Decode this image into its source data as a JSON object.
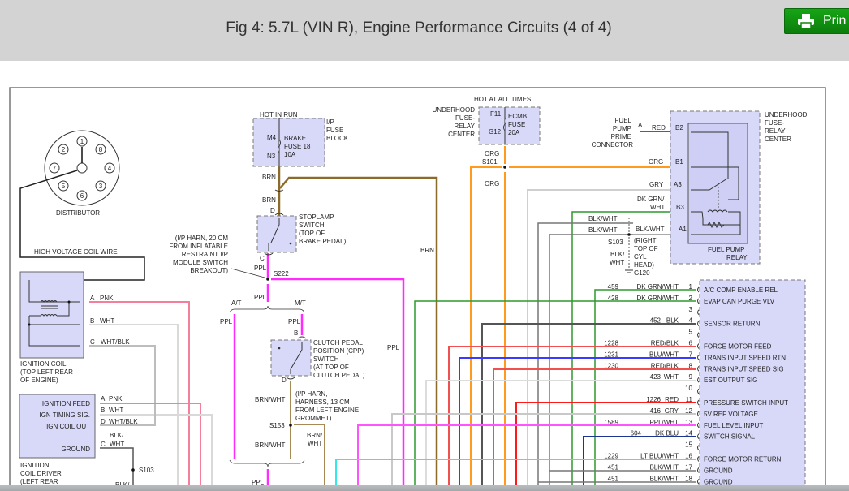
{
  "header": {
    "title": "Fig 4: 5.7L (VIN R), Engine Performance Circuits (4 of 4)",
    "print_label": "Prin",
    "print_icon": "printer-icon"
  },
  "colors": {
    "brand_green": "#0b8a0b",
    "component_fill": "#d8d8f8",
    "wire_pnk": "#f47f9a",
    "wire_wht": "#d9d9d9",
    "wire_gry": "#b8b8b8",
    "wire_ppl": "#ff2bff",
    "wire_brn": "#8b6b2a",
    "wire_org": "#ff9a1f",
    "wire_red": "#ff1a1a",
    "wire_redblk": "#f05050",
    "wire_blu": "#3b3bff",
    "wire_dkblu": "#1b3590",
    "wire_dkgrn": "#2d9a2d",
    "wire_ltblu": "#33e8e8",
    "wire_blk": "#555555"
  },
  "distributor": {
    "label": "DISTRIBUTOR",
    "terminals": [
      "1",
      "8",
      "4",
      "3",
      "6",
      "5",
      "7",
      "2"
    ],
    "coil_wire_label": "HIGH VOLTAGE COIL WIRE"
  },
  "ignition_coil": {
    "label_lines": [
      "IGNITION COIL",
      "(TOP LEFT REAR",
      "OF ENGINE)"
    ],
    "pins": [
      {
        "pin": "A",
        "wire": "PNK"
      },
      {
        "pin": "B",
        "wire": "WHT"
      },
      {
        "pin": "C",
        "wire": "WHT/BLK"
      }
    ]
  },
  "coil_driver": {
    "label_lines": [
      "IGNITION",
      "COIL DRIVER",
      "(LEFT REAR"
    ],
    "pins": [
      {
        "pin": "A",
        "wire": "PNK",
        "function": "IGNITION FEED"
      },
      {
        "pin": "B",
        "wire": "WHT",
        "function": "IGN TIMING SIG."
      },
      {
        "pin": "D",
        "wire": "WHT/BLK",
        "function": "IGN COIL OUT"
      },
      {
        "pin": "C",
        "wire": "BLK/ WHT",
        "function": "GROUND"
      }
    ],
    "splice": "S103",
    "lower_wire": "BLK/"
  },
  "ip_fuse_block": {
    "hot_label": "HOT IN RUN",
    "pin_in": "M4",
    "pin_out": "N3",
    "fuse_lines": [
      "BRAKE",
      "FUSE 18",
      "10A"
    ],
    "name_lines": [
      "I/P",
      "FUSE",
      "BLOCK"
    ],
    "wire_out": "BRN",
    "wire_2": "BRN",
    "wire_right": "BRN"
  },
  "stoplamp_switch": {
    "pin_top": "D",
    "pin_bottom": "C",
    "name_lines": [
      "STOPLAMP",
      "SWITCH",
      "(TOP OF",
      "BRAKE PEDAL)"
    ],
    "wire_out": "PPL",
    "splice": "S222",
    "harness_note": [
      "(I/P HARN, 20 CM",
      "FROM INFLATABLE",
      "RESTRAINT I/P",
      "MODULE SWITCH",
      "BREAKOUT)"
    ]
  },
  "transmission_branch": {
    "at_label": "A/T",
    "mt_label": "M/T",
    "ppl_labels": [
      "PPL",
      "PPL",
      "PPL",
      "PPL",
      "PPL"
    ]
  },
  "cpp_switch": {
    "pin_top": "B",
    "pin_bottom": "D",
    "name_lines": [
      "CLUTCH PEDAL",
      "POSITION (CPP)",
      "SWITCH",
      "(AT TOP OF",
      "CLUTCH PEDAL)"
    ],
    "wire_out": "BRN/WHT",
    "harness_note": [
      "(I/P HARN,",
      "HARNESS, 13 CM",
      "FROM LEFT ENGINE",
      "GROMMET)"
    ],
    "splice": "S153",
    "wire_lower": "BRN/WHT",
    "wire_right": [
      "BRN/",
      "WHT"
    ]
  },
  "underhood_fuse": {
    "hot_label": "HOT AT ALL TIMES",
    "name_lines": [
      "UNDERHOOD",
      "FUSE-",
      "RELAY",
      "CENTER"
    ],
    "pin_in": "F11",
    "pin_out": "G12",
    "fuse_lines": [
      "ECMB",
      "FUSE",
      "20A"
    ],
    "wire_out": "ORG",
    "splice": "S101",
    "wire_down": "ORG"
  },
  "fuel_pump_relay": {
    "prime_connector": [
      "FUEL",
      "PUMP",
      "PRIME",
      "CONNECTOR"
    ],
    "prime_pin": "A",
    "center_lines": [
      "UNDERHOOD",
      "FUSE-",
      "RELAY",
      "CENTER"
    ],
    "relay_label": [
      "FUEL PUMP",
      "RELAY"
    ],
    "pins": [
      {
        "pin": "B2",
        "wire": "RED"
      },
      {
        "pin": "B1",
        "wire": "ORG"
      },
      {
        "pin": "A3",
        "wire": "GRY"
      },
      {
        "pin": "B3",
        "wire": "DK GRN/ WHT"
      },
      {
        "pin": "A1",
        "wire": "BLK/WHT"
      }
    ],
    "dk_grn_lines": [
      "DK GRN/",
      "WHT"
    ]
  },
  "ground_s103": {
    "wires": [
      "BLK/WHT",
      "BLK/WHT"
    ],
    "splice": "S103",
    "note": [
      "(RIGHT",
      "TOP OF",
      "CYL",
      "HEAD)"
    ],
    "lower_wire": [
      "BLK/",
      "WHT"
    ],
    "ground": "G120"
  },
  "pcm": {
    "pins": [
      {
        "pin": "1",
        "circuit": "459",
        "wire": "DK GRN/WHT",
        "function": "A/C COMP ENABLE REL"
      },
      {
        "pin": "2",
        "circuit": "428",
        "wire": "DK GRN/WHT",
        "function": "EVAP CAN PURGE VLV"
      },
      {
        "pin": "3",
        "circuit": "",
        "wire": "",
        "function": ""
      },
      {
        "pin": "4",
        "circuit": "452",
        "wire": "BLK",
        "function": "SENSOR RETURN"
      },
      {
        "pin": "5",
        "circuit": "",
        "wire": "",
        "function": ""
      },
      {
        "pin": "6",
        "circuit": "1228",
        "wire": "RED/BLK",
        "function": "FORCE MOTOR FEED"
      },
      {
        "pin": "7",
        "circuit": "1231",
        "wire": "BLU/WHT",
        "function": "TRANS INPUT SPEED RTN"
      },
      {
        "pin": "8",
        "circuit": "1230",
        "wire": "RED/BLK",
        "function": "TRANS INPUT SPEED SIG"
      },
      {
        "pin": "9",
        "circuit": "423",
        "wire": "WHT",
        "function": "EST OUTPUT SIG"
      },
      {
        "pin": "10",
        "circuit": "",
        "wire": "",
        "function": ""
      },
      {
        "pin": "11",
        "circuit": "1226",
        "wire": "RED",
        "function": "PRESSURE SWITCH INPUT"
      },
      {
        "pin": "12",
        "circuit": "416",
        "wire": "GRY",
        "function": "5V REF VOLTAGE"
      },
      {
        "pin": "13",
        "circuit": "1589",
        "wire": "PPL/WHT",
        "function": "FUEL LEVEL INPUT"
      },
      {
        "pin": "14",
        "circuit": "604",
        "wire": "DK BLU",
        "function": "SWITCH SIGNAL"
      },
      {
        "pin": "15",
        "circuit": "",
        "wire": "",
        "function": ""
      },
      {
        "pin": "16",
        "circuit": "1229",
        "wire": "LT BLU/WHT",
        "function": "FORCE MOTOR RETURN"
      },
      {
        "pin": "17",
        "circuit": "451",
        "wire": "BLK/WHT",
        "function": "GROUND"
      },
      {
        "pin": "18",
        "circuit": "451",
        "wire": "BLK/WHT",
        "function": "GROUND"
      }
    ]
  }
}
